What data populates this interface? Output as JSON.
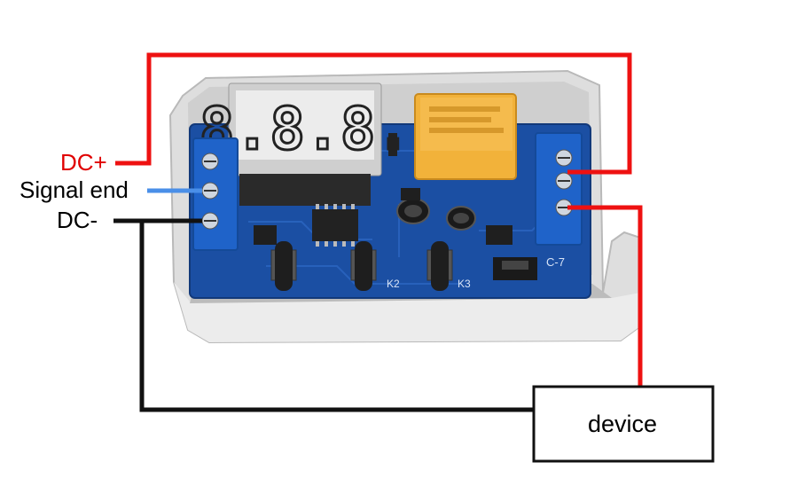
{
  "labels": {
    "dc_plus": "DC+",
    "signal_end": "Signal end",
    "dc_minus": "DC-"
  },
  "device": {
    "label": "device"
  },
  "display": {
    "digits": "8.8.8."
  },
  "board_marks": {
    "k2": "K2",
    "k3": "K3",
    "c7": "C-7"
  },
  "colors": {
    "positive_wire": "#ee1111",
    "signal_wire": "#4a8fe8",
    "negative_wire": "#111111",
    "dc_plus_text": "#e00000",
    "pcb": "#1b4fa3",
    "terminal": "#1f63c9",
    "relay": "#f2b23a",
    "case": "#e9e9e9"
  },
  "icons": [
    "relay-module-picture",
    "seven-segment-display-icon",
    "terminal-block-icon",
    "relay-icon",
    "push-button-icon"
  ]
}
